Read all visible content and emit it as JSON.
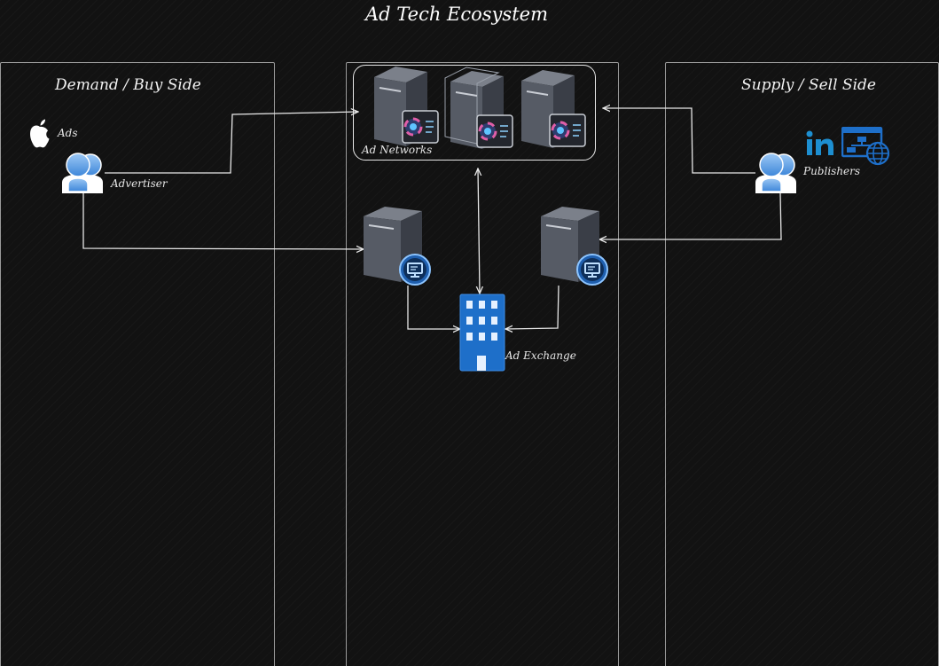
{
  "diagram": {
    "title": "Ad Tech Ecosystem",
    "lanes": {
      "demand": "Demand / Buy Side",
      "supply": "Supply / Sell Side"
    },
    "nodes": {
      "ads": "Ads",
      "advertiser": "Advertiser",
      "ad_networks": "Ad Networks",
      "publishers": "Publishers",
      "ad_exchange": "Ad Exchange"
    }
  },
  "colors": {
    "background": "#121212",
    "lines": "#e8e8e8",
    "server_body": "#4a4f59",
    "user_icon": "#5aa0e8",
    "linkedin": "#1d8fd1",
    "building": "#1e6fc9"
  },
  "icons": [
    "apple-icon",
    "user-icon",
    "server-icon",
    "dashboard-icon",
    "monitor-badge-icon",
    "linkedin-icon",
    "website-icon",
    "office-building-icon"
  ]
}
